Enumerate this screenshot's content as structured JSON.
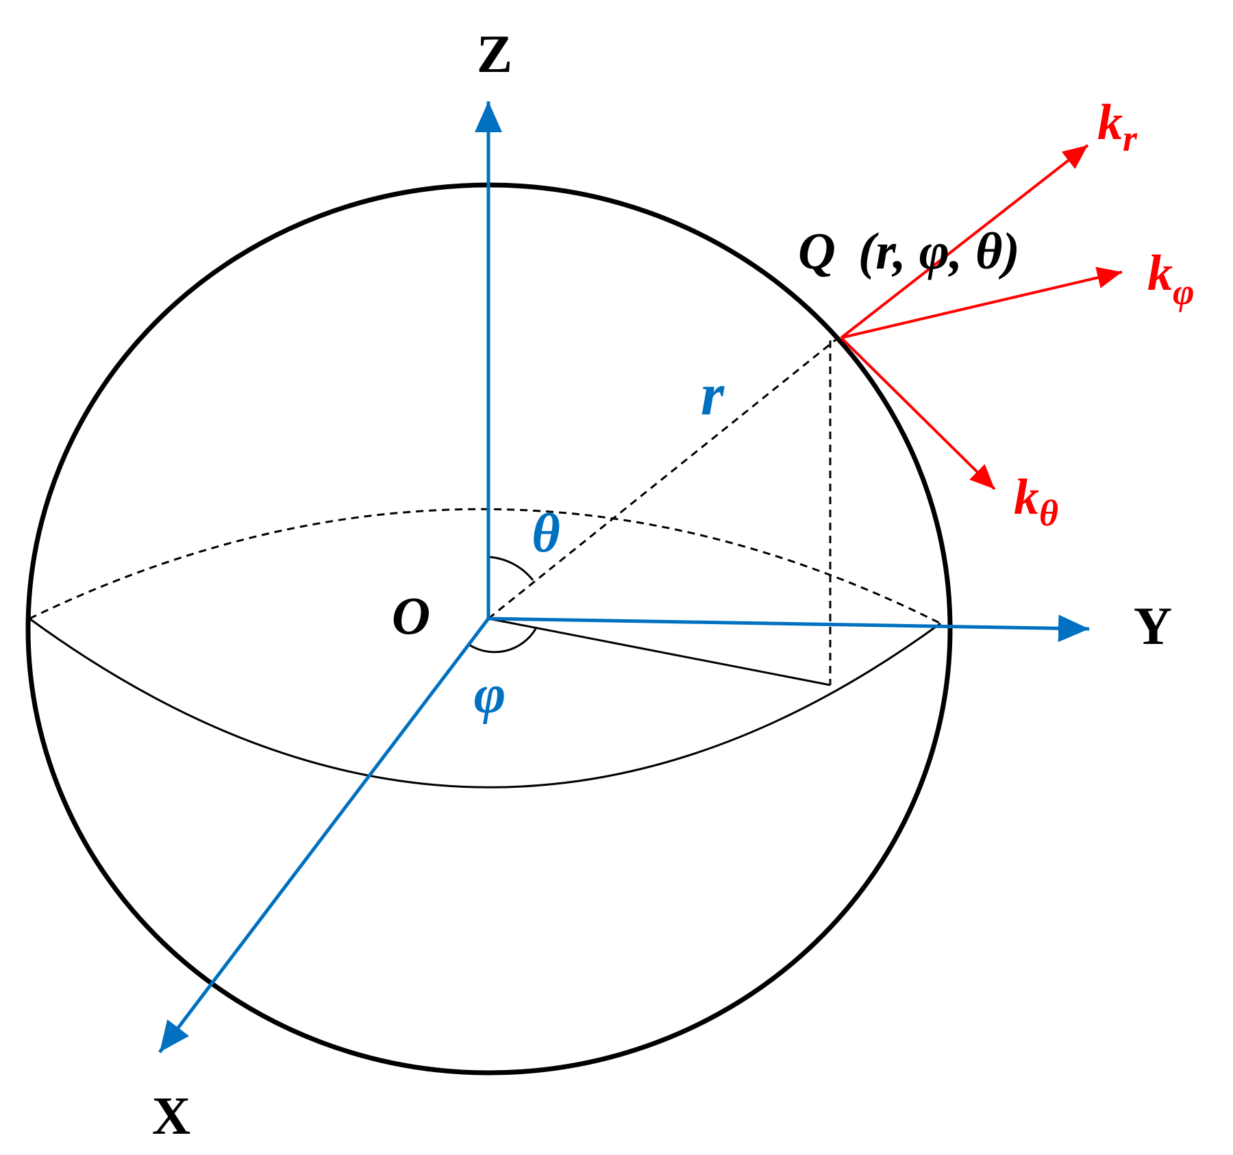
{
  "labels": {
    "z_axis": "Z",
    "y_axis": "Y",
    "x_axis": "X",
    "origin": "O",
    "radius": "r",
    "theta": "θ",
    "phi": "φ",
    "point_Q": "Q",
    "point_coords": "(r, φ, θ)",
    "k": "k",
    "sub_r": "r",
    "sub_phi": "φ",
    "sub_theta": "θ"
  },
  "colors": {
    "axis": "#0070C0",
    "vector": "#FF0000",
    "sphere": "#000000",
    "text": "#000000"
  }
}
